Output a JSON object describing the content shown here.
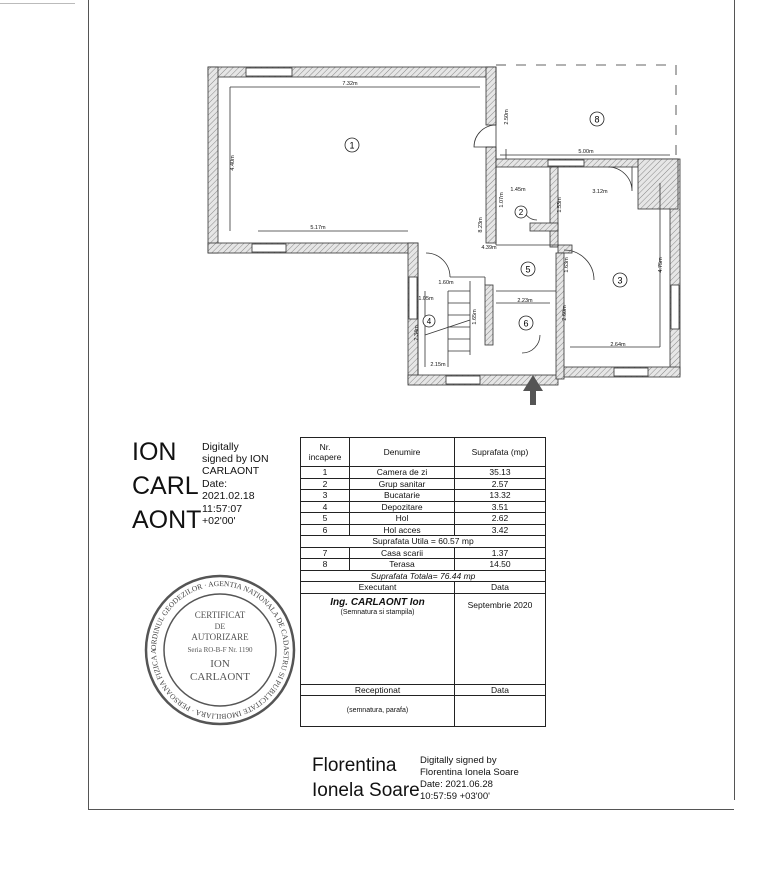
{
  "plan": {
    "room_numbers": [
      "1",
      "2",
      "3",
      "4",
      "5",
      "6",
      "8"
    ],
    "dimensions": {
      "d1": "7.32m",
      "d2": "4.40m",
      "d3": "5.17m",
      "d4": "2.50m",
      "d5": "5.00m",
      "d6": "1.45m",
      "d7": "3.12m",
      "d8": "1.53m",
      "d9": "4.75m",
      "d10": "4.39m",
      "d11": "8.23m",
      "d12": "1.60m",
      "d13": "1.05m",
      "d14": "2.23m",
      "d15": "2.34m",
      "d16": "2.15m",
      "d17": "2.64m",
      "d18": "2.60m",
      "d19": "1.65m",
      "d20": "1.63m",
      "d21": "1.07m"
    }
  },
  "signature1": {
    "name_lines": [
      "ION",
      "CARL",
      "AONT"
    ],
    "details": [
      "Digitally",
      "signed by ION",
      "CARLAONT",
      "Date:",
      "2021.02.18",
      "11:57:07",
      "+02'00'"
    ]
  },
  "stamp": {
    "ring_text": "ORDINUL GEODEZILOR · AGENTIA NATIONALA DE CADASTRU SI PUBLICITATE IMOBILIARA · PERSOANA FIZICA AUTORIZATA · CATEGORIA D",
    "lines": [
      "CERTIFICAT",
      "DE",
      "AUTORIZARE",
      "Seria RO-B-F Nr. 1190",
      "ION",
      "CARLAONT"
    ]
  },
  "table": {
    "headers": [
      "Nr. incapere",
      "Denumire",
      "Suprafata (mp)"
    ],
    "rows": [
      {
        "nr": "1",
        "name": "Camera de zi",
        "area": "35.13"
      },
      {
        "nr": "2",
        "name": "Grup sanitar",
        "area": "2.57"
      },
      {
        "nr": "3",
        "name": "Bucatarie",
        "area": "13.32"
      },
      {
        "nr": "4",
        "name": "Depozitare",
        "area": "3.51"
      },
      {
        "nr": "5",
        "name": "Hol",
        "area": "2.62"
      },
      {
        "nr": "6",
        "name": "Hol acces",
        "area": "3.42"
      }
    ],
    "util_total": "Suprafata Utila = 60.57 mp",
    "extra_rows": [
      {
        "nr": "7",
        "name": "Casa scarii",
        "area": "1.37"
      },
      {
        "nr": "8",
        "name": "Terasa",
        "area": "14.50"
      }
    ],
    "grand_total": "Suprafata Totala= 76.44 mp",
    "executant_label": "Executant",
    "data_label": "Data",
    "executant_name": "Ing. CARLAONT Ion",
    "executant_sign": "(Semnatura si stampila)",
    "executant_date": "Septembrie 2020",
    "receptionat_label": "Receptionat",
    "receptionat_data_label": "Data",
    "receptionat_sign": "(semnatura, parafa)"
  },
  "signature2": {
    "name_lines": [
      "Florentina",
      "Ionela Soare"
    ],
    "details": [
      "Digitally signed by",
      "Florentina Ionela Soare",
      "Date: 2021.06.28",
      "10:57:59 +03'00'"
    ]
  }
}
